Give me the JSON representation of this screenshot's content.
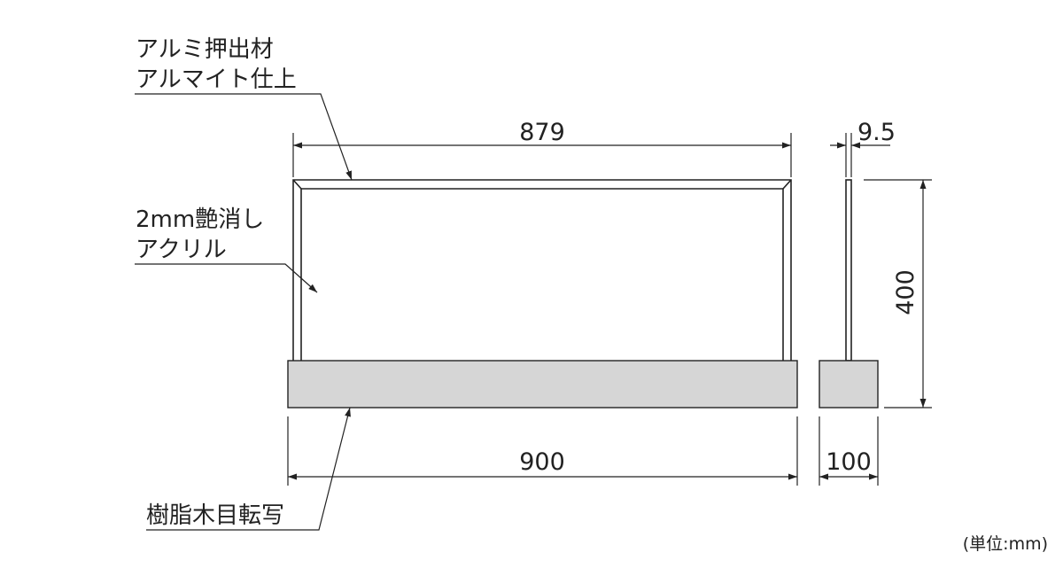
{
  "labels": {
    "frame_line1": "アルミ押出材",
    "frame_line2": "アルマイト仕上",
    "acrylic_line1": "2mm艶消し",
    "acrylic_line2": "アクリル",
    "base": "樹脂木目転写"
  },
  "dimensions": {
    "frame_width": "879",
    "panel_thickness": "9.5",
    "height": "400",
    "base_width": "900",
    "base_depth": "100"
  },
  "unit_note": "(単位:mm)",
  "colors": {
    "line": "#222222",
    "base_fill": "#d6d6d6"
  }
}
